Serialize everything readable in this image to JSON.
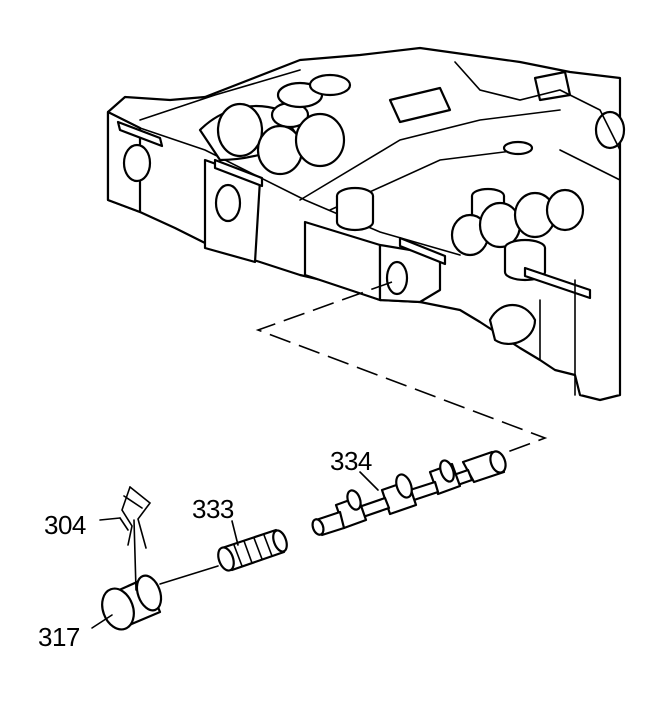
{
  "labels": {
    "part_304": "304",
    "part_317": "317",
    "part_333": "333",
    "part_334": "334"
  },
  "colors": {
    "line": "#000000",
    "background": "#ffffff"
  }
}
